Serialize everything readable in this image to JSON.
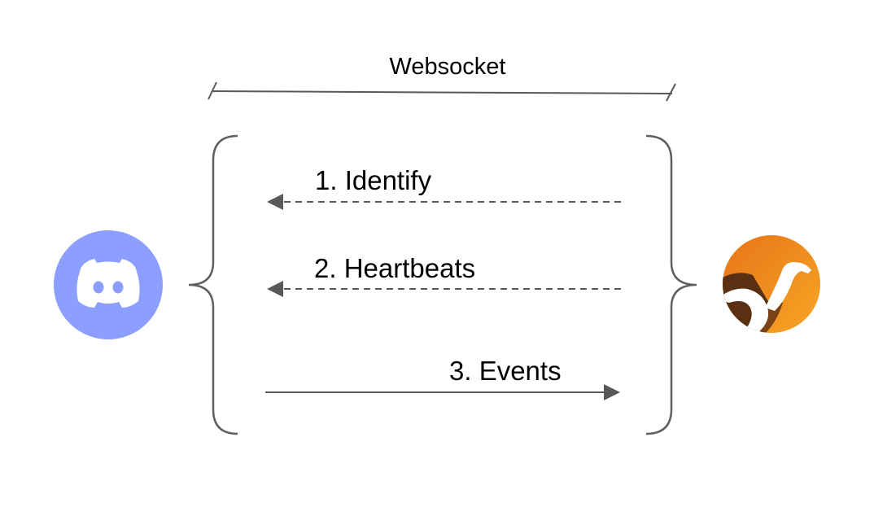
{
  "websocket_label": "Websocket",
  "messages": [
    {
      "label": "1. Identify",
      "direction": "right-to-left",
      "style": "dashed"
    },
    {
      "label": "2. Heartbeats",
      "direction": "right-to-left",
      "style": "dashed"
    },
    {
      "label": "3. Events",
      "direction": "left-to-right",
      "style": "solid"
    }
  ],
  "left_node": {
    "icon": "discord-logo-icon",
    "color": "#8C9EFF"
  },
  "right_node": {
    "icon": "camel-logo-icon",
    "color": "#F08A1C"
  },
  "colors": {
    "line": "#595959",
    "bracket": "#5f5f5f",
    "text": "#000000"
  }
}
